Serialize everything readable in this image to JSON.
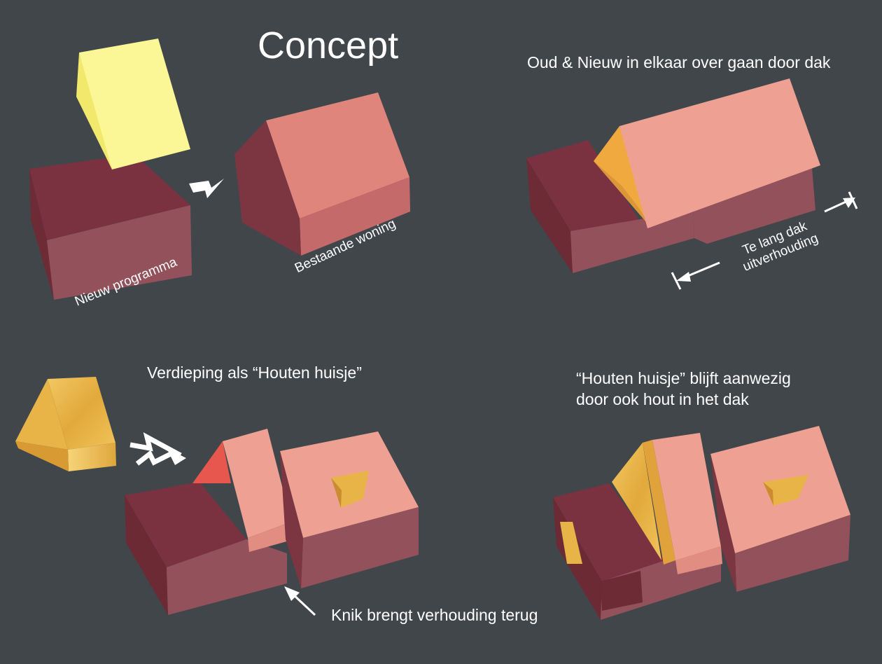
{
  "title": "Concept",
  "captions": {
    "old_new": "Oud & Nieuw in elkaar over gaan door dak",
    "storey": "Verdieping als “Houten huisje”",
    "remains_1": "“Houten huisje” blijft aanwezig",
    "remains_2": "door ook hout in het dak",
    "kink": "Knik brengt verhouding terug"
  },
  "labels": {
    "new_program": "Nieuw programma",
    "existing_house": "Bestaande woning",
    "roof_too_long_1": "Te lang dak",
    "roof_too_long_2": "uitverhouding"
  },
  "colors": {
    "background": "#41464b",
    "new_volume_top": "#7b3240",
    "new_volume_side": "#93525b",
    "existing_roof": "#df857c",
    "existing_gable": "#7c3641",
    "yellow_roof": "#f9f58e",
    "wood": "#e8b447",
    "pink_roof": "#eea193",
    "red_gable": "#e8574e",
    "text": "#ffffff"
  },
  "icons": [
    "arrow-zigzag-icon",
    "dimension-arrow-icon",
    "pointer-arrow-icon"
  ]
}
